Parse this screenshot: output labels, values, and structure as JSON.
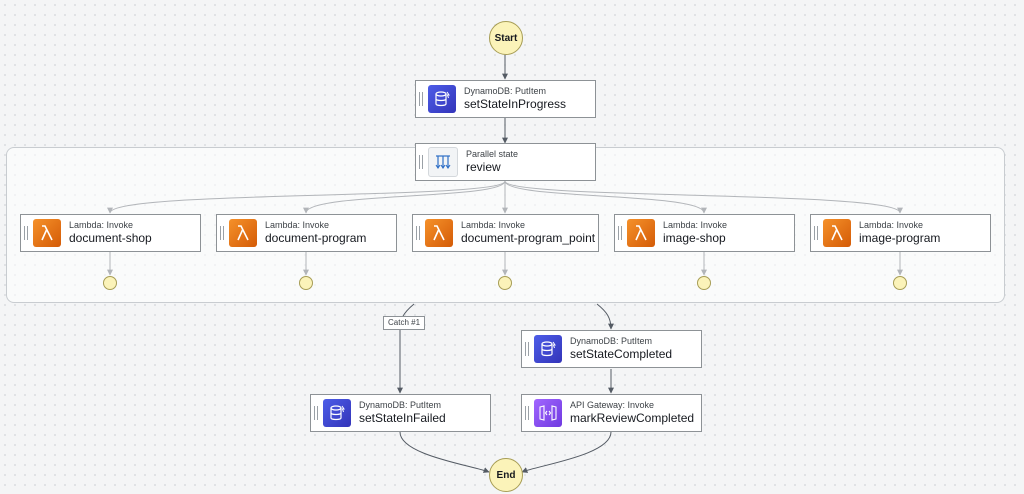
{
  "start": {
    "label": "Start"
  },
  "end": {
    "label": "End"
  },
  "catch": {
    "label": "Catch #1"
  },
  "nodes": {
    "set_in_progress": {
      "service": "DynamoDB: PutItem",
      "name": "setStateInProgress",
      "icon": "dynamodb-icon"
    },
    "review": {
      "service": "Parallel state",
      "name": "review",
      "icon": "parallel-icon"
    },
    "doc_shop": {
      "service": "Lambda: Invoke",
      "name": "document-shop",
      "icon": "lambda-icon"
    },
    "doc_program": {
      "service": "Lambda: Invoke",
      "name": "document-program",
      "icon": "lambda-icon"
    },
    "doc_program_point": {
      "service": "Lambda: Invoke",
      "name": "document-program_point",
      "icon": "lambda-icon"
    },
    "image_shop": {
      "service": "Lambda: Invoke",
      "name": "image-shop",
      "icon": "lambda-icon"
    },
    "image_program": {
      "service": "Lambda: Invoke",
      "name": "image-program",
      "icon": "lambda-icon"
    },
    "set_completed": {
      "service": "DynamoDB: PutItem",
      "name": "setStateCompleted",
      "icon": "dynamodb-icon"
    },
    "set_failed": {
      "service": "DynamoDB: PutItem",
      "name": "setStateInFailed",
      "icon": "dynamodb-icon"
    },
    "mark_review": {
      "service": "API Gateway: Invoke",
      "name": "markReviewCompleted",
      "icon": "api-gateway-icon"
    }
  },
  "colors": {
    "dynamodb": "#3f48cc",
    "lambda": "#ed7100",
    "api_gateway": "#8c4fff",
    "terminal": "#fbf3b9"
  }
}
